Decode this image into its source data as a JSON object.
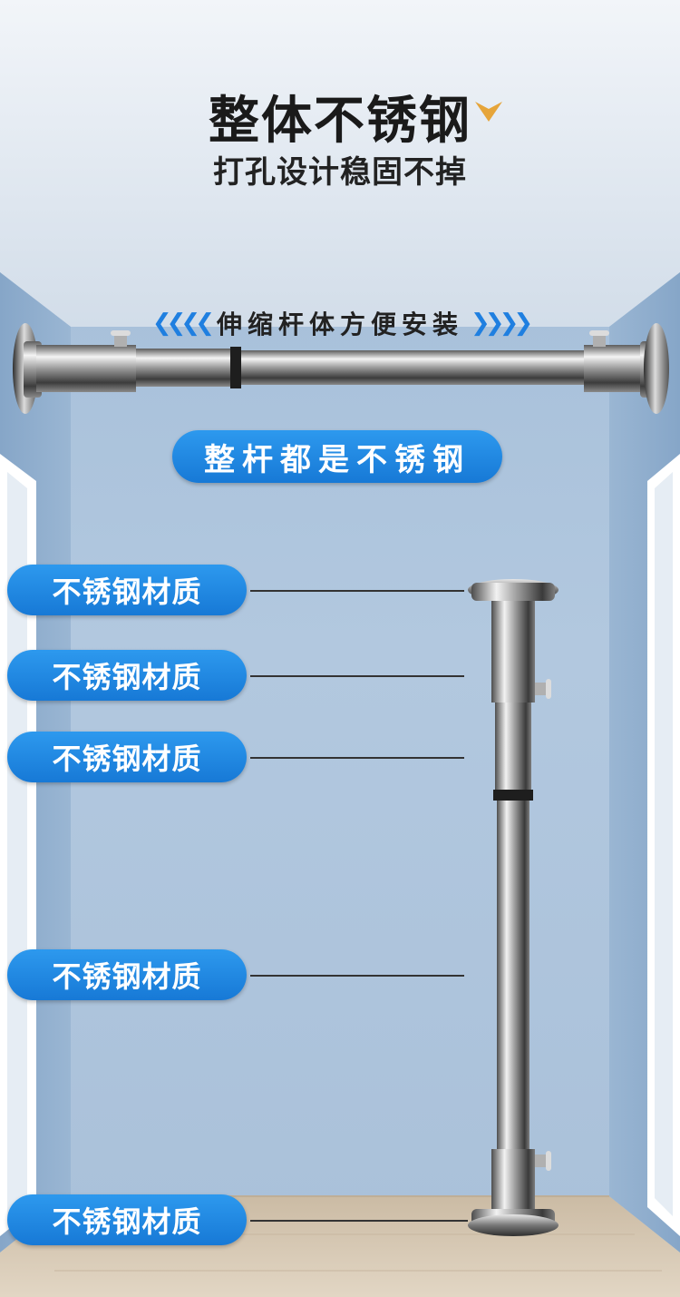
{
  "headline": {
    "title": "整体不锈钢",
    "subtitle": "打孔设计稳固不掉",
    "accent_color": "#e6a53a"
  },
  "telescopic": {
    "label": "伸缩杆体方便安装",
    "left_icon": "chevrons-left-icon",
    "right_icon": "chevrons-right-icon",
    "arrow_color": "#1f7fe0"
  },
  "banner": {
    "label": "整杆都是不锈钢"
  },
  "callouts": [
    {
      "label": "不锈钢材质"
    },
    {
      "label": "不锈钢材质"
    },
    {
      "label": "不锈钢材质"
    },
    {
      "label": "不锈钢材质"
    },
    {
      "label": "不锈钢材质"
    }
  ],
  "colors": {
    "pill": "#1f86e0",
    "wall": "#a8c2de",
    "ceiling": "#dde6ef",
    "floor": "#d8c9b4"
  }
}
